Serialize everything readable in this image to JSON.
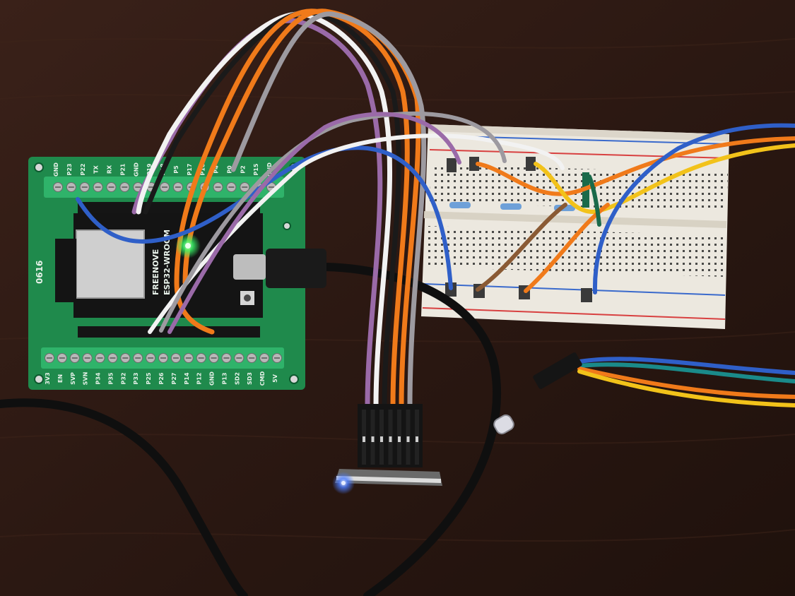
{
  "board": {
    "model": "0616",
    "module_brand": "FREENOVE",
    "module_name": "ESP32-WROOM",
    "top_pins": [
      "GND",
      "P23",
      "P22",
      "TX",
      "RX",
      "P21",
      "GND",
      "P19",
      "P18",
      "P5",
      "P17",
      "P16",
      "P4",
      "P0",
      "P2",
      "P15",
      "GND"
    ],
    "bottom_pins": [
      "3V3",
      "EN",
      "SVP",
      "SVN",
      "P34",
      "P35",
      "P32",
      "P33",
      "P25",
      "P26",
      "P27",
      "P14",
      "P12",
      "GND",
      "P13",
      "SD2",
      "SD3",
      "CMD",
      "5V"
    ]
  },
  "colors": {
    "desk": "#2a1712",
    "pcb": "#1f8a4c",
    "terminal": "#2fb36a",
    "breadboard": "#ece8df",
    "wire_orange": "#f07a1a",
    "wire_purple": "#9a6aa8",
    "wire_white": "#f2f2f2",
    "wire_gray": "#9d9aa0",
    "wire_black": "#1a1a1a",
    "wire_blue": "#2f5fc8",
    "wire_yellow": "#f2c21a",
    "wire_brown": "#8a5a34",
    "led_green": "#39ff6a",
    "led_blue": "#4a7bff"
  }
}
